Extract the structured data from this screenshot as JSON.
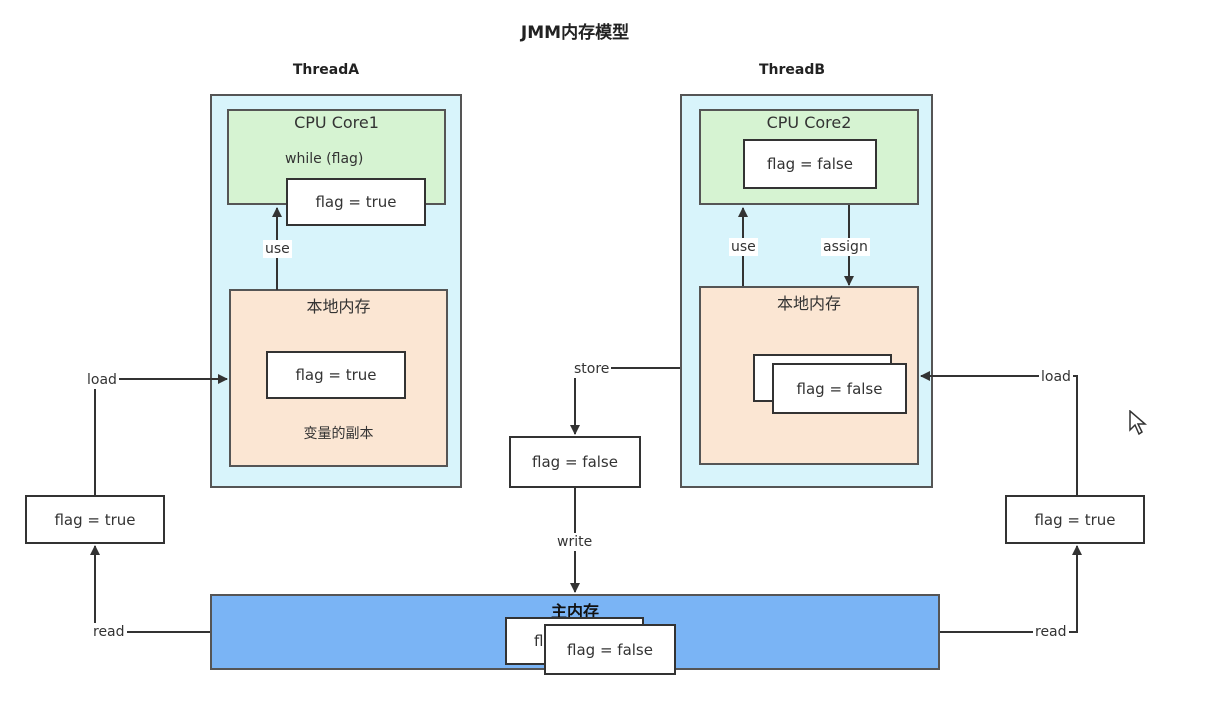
{
  "title": "JMM内存模型",
  "threadA": {
    "label": "ThreadA",
    "cpu_title": "CPU Core1",
    "code": "while (flag)",
    "cpu_var": "flag = true",
    "local_title": "本地内存",
    "local_var": "flag = true",
    "local_caption": "变量的副本"
  },
  "threadB": {
    "label": "ThreadB",
    "cpu_title": "CPU Core2",
    "cpu_var": "flag = false",
    "local_title": "本地内存",
    "local_var": "flag = false"
  },
  "main_memory": {
    "title": "主内存",
    "var_back": "flag",
    "var_front": "flag = false"
  },
  "left_var": "flag = true",
  "right_var": "flag = true",
  "middle_var": "flag = false",
  "ops": {
    "use_a": "use",
    "use_b": "use",
    "assign": "assign",
    "load_left": "load",
    "load_right": "load",
    "read_left": "read",
    "read_right": "read",
    "store": "store",
    "write": "write"
  },
  "colors": {
    "thread_bg": "#d8f4fb",
    "cpu_bg": "#d6f3d2",
    "local_bg": "#fbe6d3",
    "main_bg": "#7ab4f5"
  }
}
